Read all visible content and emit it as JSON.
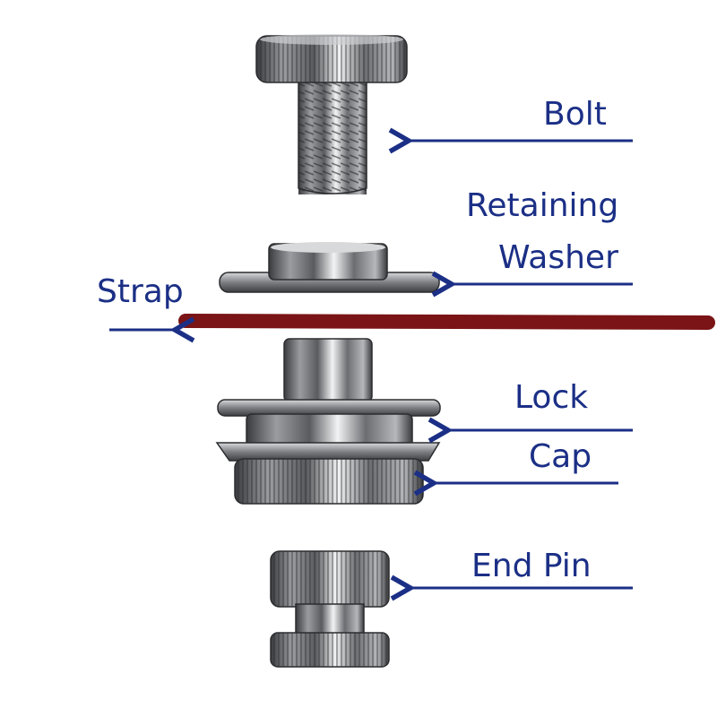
{
  "labels": {
    "bolt": "Bolt",
    "retaining_washer_line1": "Retaining",
    "retaining_washer_line2": "Washer",
    "strap": "Strap",
    "lock": "Lock",
    "cap": "Cap",
    "end_pin": "End Pin"
  },
  "colors": {
    "label_text": "#1b2f86",
    "arrow": "#1b2f86",
    "strap": "#7a1416",
    "metal_dark": "#2f3033",
    "metal_mid": "#8a8c90",
    "metal_light": "#e6e7e9"
  }
}
